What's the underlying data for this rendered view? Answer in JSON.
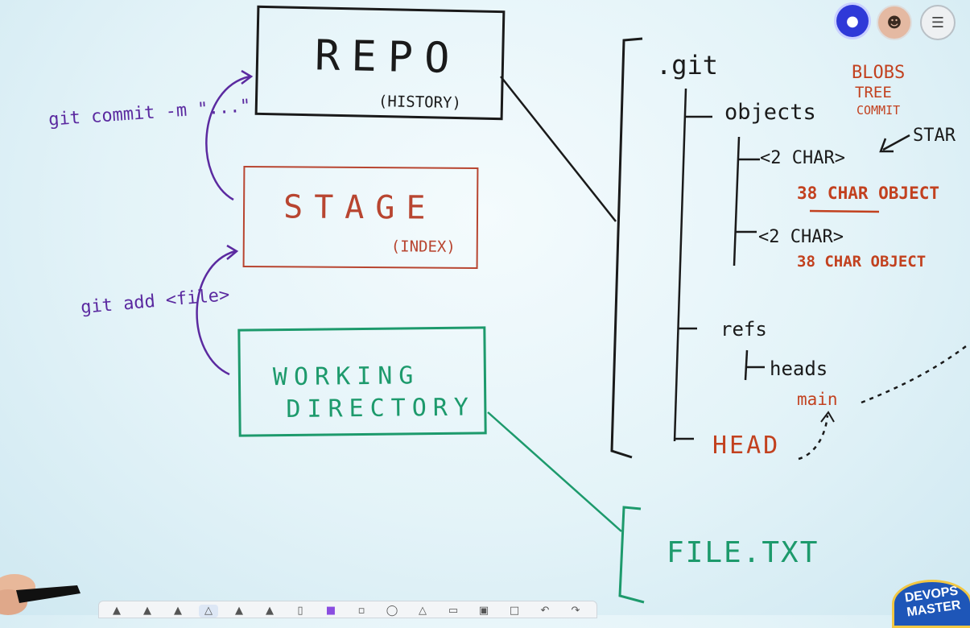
{
  "repo": {
    "title": "REPO",
    "subtitle": "(HISTORY)"
  },
  "stage": {
    "title": "STAGE",
    "subtitle": "(INDEX)"
  },
  "working_directory": {
    "line1": "WORKING",
    "line2": "DIRECTORY"
  },
  "commands": {
    "commit": "git commit -m \"...\"",
    "add": "git add <file>"
  },
  "tree": {
    "root": ".git",
    "objects": "objects",
    "object_types": [
      "BLOBS",
      "TREE",
      "COMMIT"
    ],
    "entries": [
      {
        "dir": "<2 CHAR>",
        "file": "38 CHAR OBJECT"
      },
      {
        "dir": "<2 CHAR>",
        "file": "38 CHAR OBJECT"
      }
    ],
    "arrow_note": "STAR",
    "refs": "refs",
    "heads": "heads",
    "main": "main",
    "head": "HEAD"
  },
  "file": {
    "name": "FILE.TXT"
  },
  "logo": {
    "text": "DEVOPS MASTER"
  },
  "icons": {
    "user": "user-icon",
    "avatar": "avatar",
    "menu": "hamburger-menu-icon"
  },
  "colors": {
    "ink_black": "#1a1a1a",
    "ink_red": "#c2411f",
    "ink_green": "#1d9a6c",
    "ink_purple": "#5b2aa0",
    "accent_blue": "#2f39d8"
  }
}
